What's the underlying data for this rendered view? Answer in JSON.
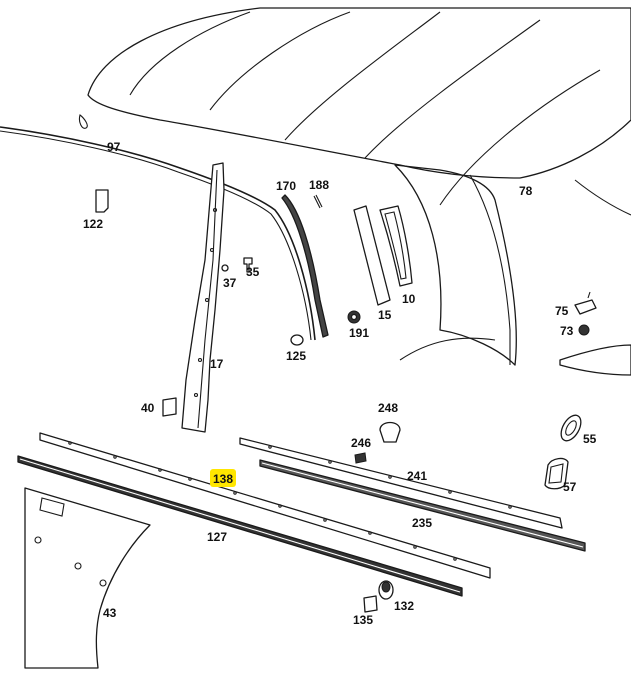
{
  "diagram": {
    "highlight_color": "#ffe600",
    "labels": {
      "p97": "97",
      "p78": "78",
      "p122": "122",
      "p170": "170",
      "p188": "188",
      "p35": "35",
      "p37": "37",
      "p15": "15",
      "p10": "10",
      "p191": "191",
      "p125": "125",
      "p17": "17",
      "p75": "75",
      "p73": "73",
      "p40": "40",
      "p248": "248",
      "p246": "246",
      "p55": "55",
      "p241": "241",
      "p57": "57",
      "p138": "138",
      "p235": "235",
      "p127": "127",
      "p132": "132",
      "p135": "135",
      "p43": "43"
    }
  }
}
